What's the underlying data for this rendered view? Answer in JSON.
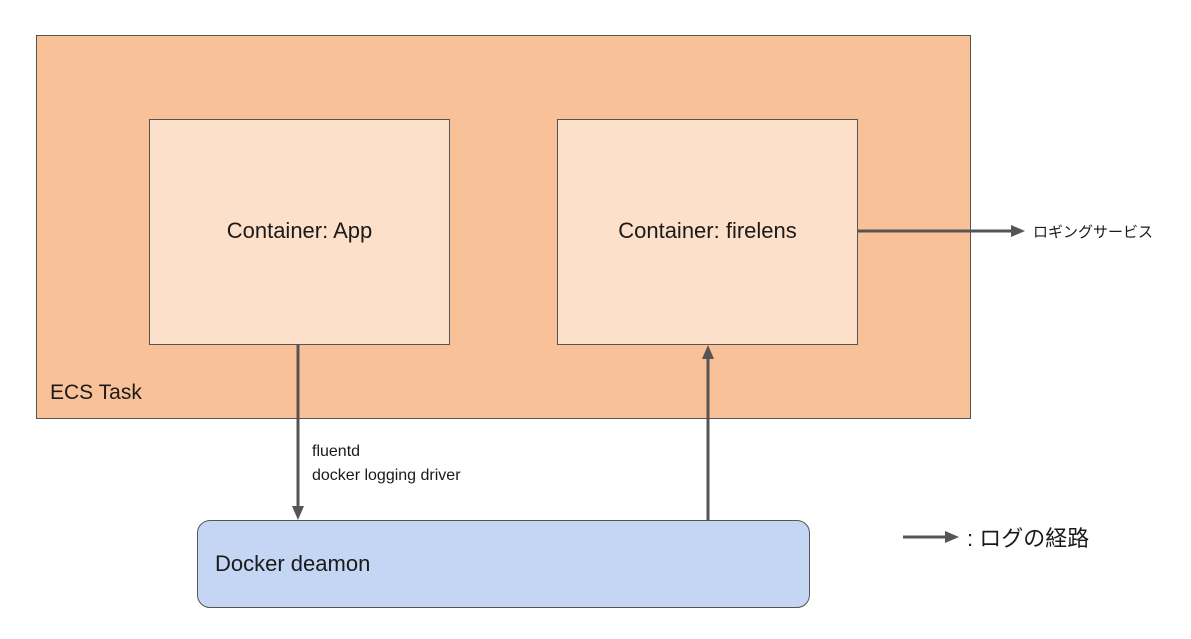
{
  "ecs_task": {
    "label": "ECS Task"
  },
  "containers": {
    "app": {
      "label": "Container: App"
    },
    "firelens": {
      "label": "Container: firelens"
    }
  },
  "docker_daemon": {
    "label": "Docker deamon"
  },
  "edges": {
    "app_to_daemon": {
      "label_line1": "fluentd",
      "label_line2": "docker logging driver"
    },
    "firelens_to_service": {
      "target_label": "ロギングサービス"
    }
  },
  "legend": {
    "label": ": ログの経路"
  },
  "colors": {
    "ecs_task_fill": "#f9c198",
    "container_fill": "#fde0c9",
    "daemon_fill": "#c4d6f3",
    "border": "#555555",
    "arrow": "#555555"
  }
}
